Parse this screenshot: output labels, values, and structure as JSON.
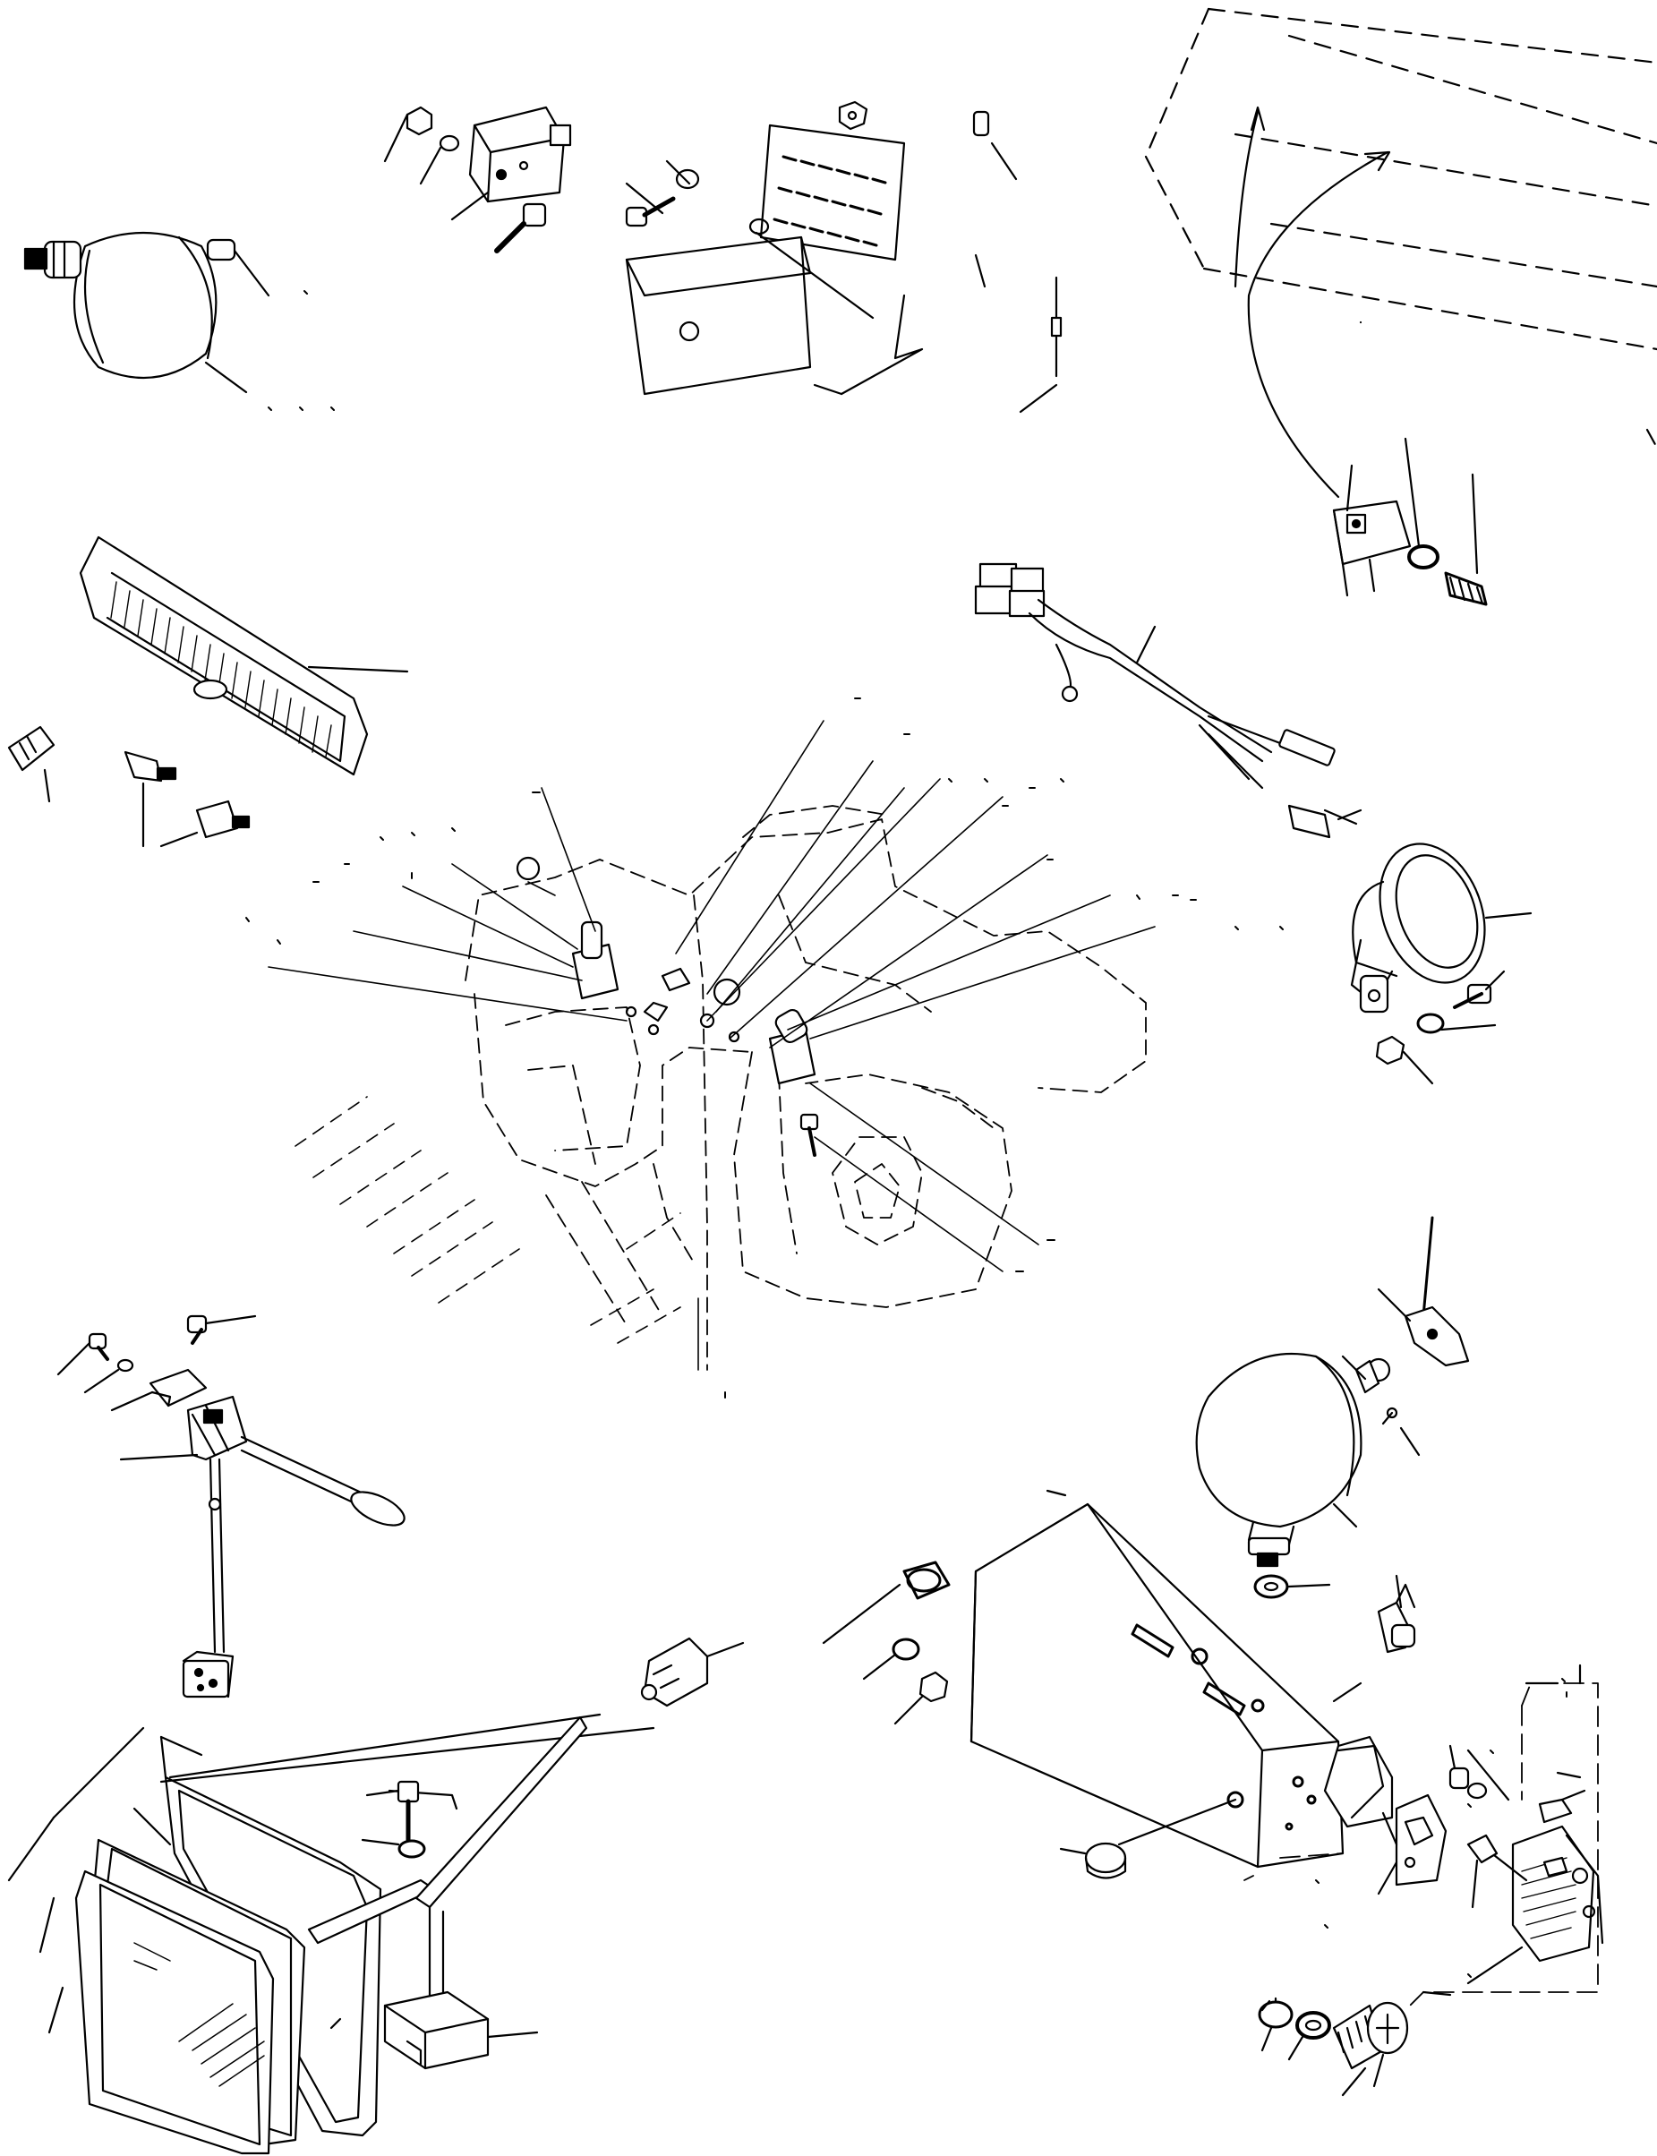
{
  "diagram": {
    "type": "exploded-parts-diagram",
    "line_color": "#000000",
    "background": "#ffffff",
    "printed_text": [],
    "components": [
      "work-lamp-round-left",
      "relay",
      "fuse-box",
      "fuse",
      "wiring-harness-pigtail",
      "dashboard-panel-outline",
      "mounting-bracket-relay",
      "rear-lamp-bar",
      "bulb-small",
      "wiring-connector",
      "horn",
      "dash-switches",
      "combination-switch-lever",
      "mirror-assembly",
      "mirror-arm",
      "lamp-bracket-box",
      "work-lamp-round-right",
      "reflector-lamp-small",
      "screw-hardware"
    ]
  }
}
